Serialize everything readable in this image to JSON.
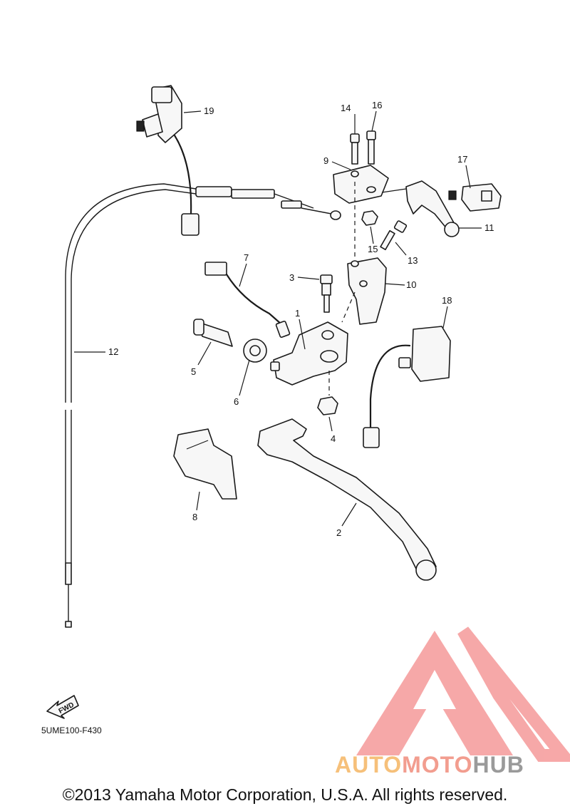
{
  "callouts": {
    "c1": "1",
    "c2": "2",
    "c3": "3",
    "c4": "4",
    "c5": "5",
    "c6": "6",
    "c7": "7",
    "c8": "8",
    "c9": "9",
    "c10": "10",
    "c11": "11",
    "c12": "12",
    "c13": "13",
    "c14": "14",
    "c15": "15",
    "c16": "16",
    "c17": "17",
    "c18": "18",
    "c19": "19"
  },
  "fwd_label": "FWD",
  "diagram_code": "5UME100-F430",
  "watermark": {
    "part1": "AUTO",
    "part2": "MOTO",
    "part3": "HUB",
    "color_auto": "#f6c07a",
    "color_moto": "#f29d8f",
    "color_hub": "#9a9a9a",
    "emblem_color": "#f48b8b"
  },
  "copyright": "©2013 Yamaha Motor Corporation, U.S.A. All rights reserved."
}
